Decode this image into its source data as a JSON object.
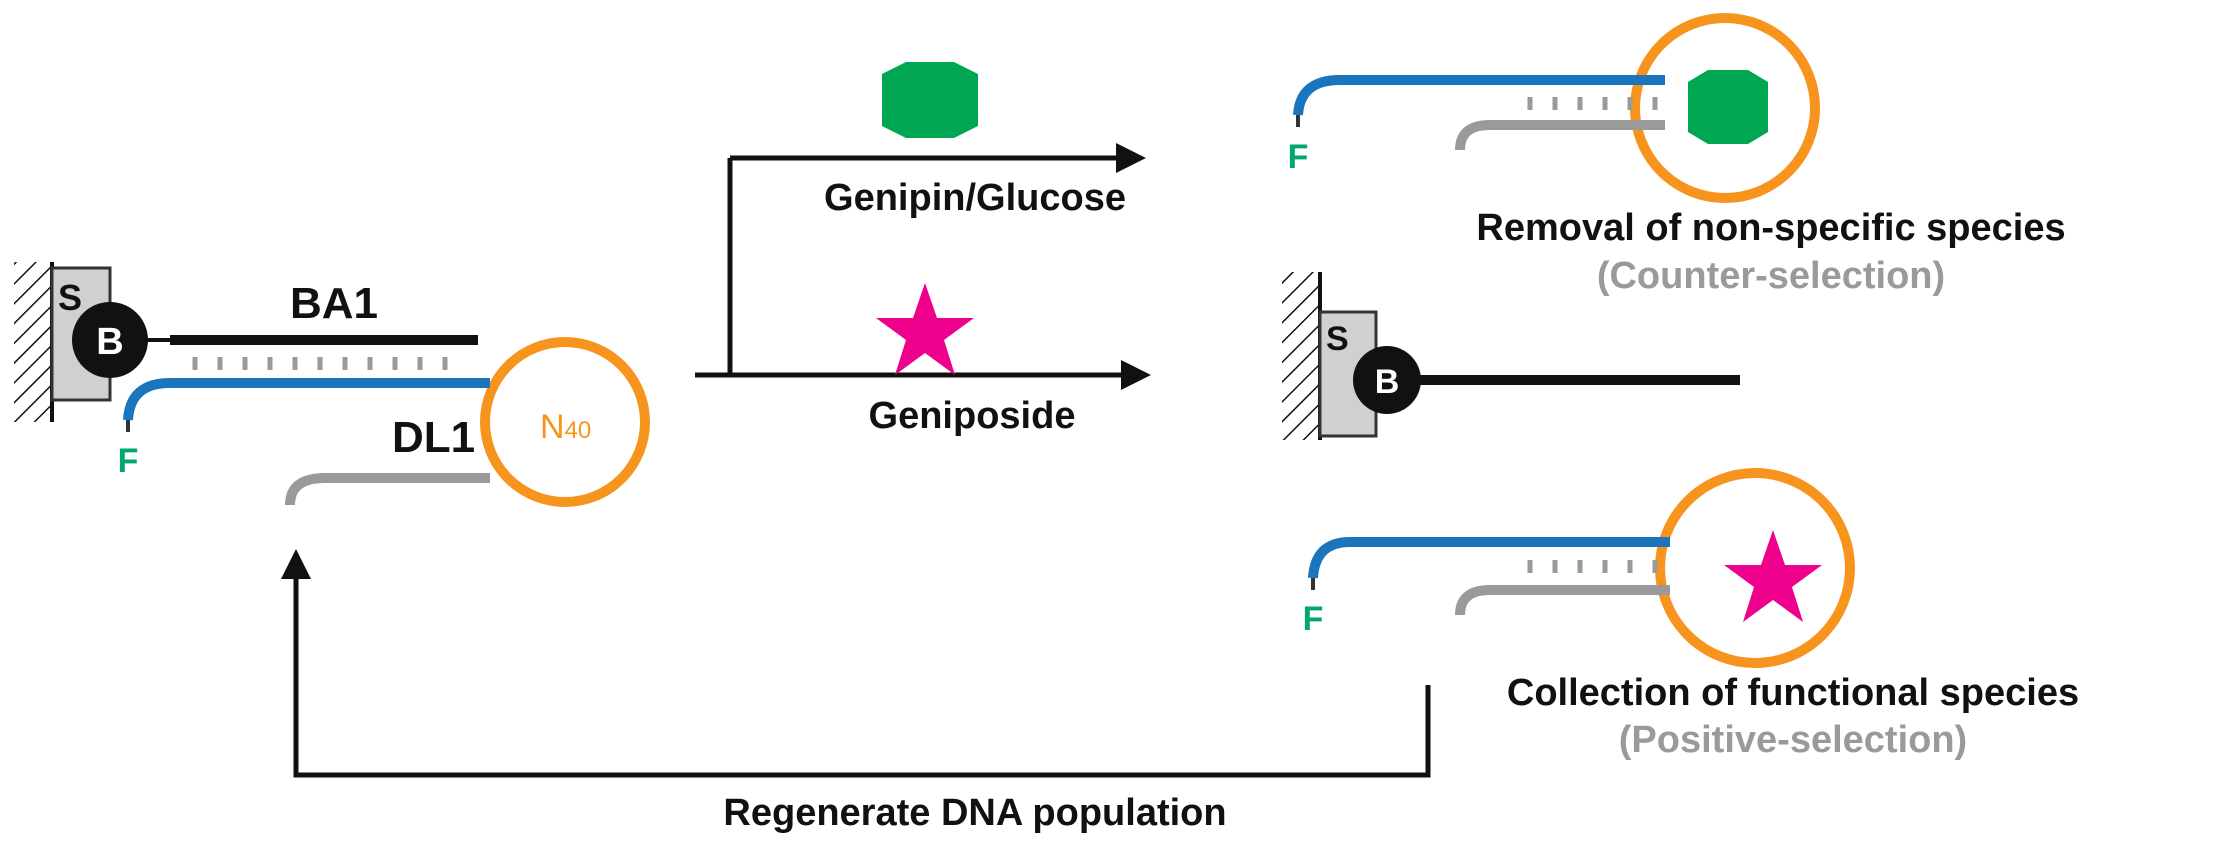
{
  "labels": {
    "surface": "S",
    "biotin": "B",
    "capture_strand": "BA1",
    "library_strand": "DL1",
    "random_region": "N",
    "random_region_sub": "40",
    "fluorophore": "F",
    "genipin_glucose": "Genipin/Glucose",
    "geniposide": "Geniposide",
    "removal_title": "Removal of non-specific species",
    "removal_sub": "(Counter-selection)",
    "collection_title": "Collection of functional species",
    "collection_sub": "(Positive-selection)",
    "regenerate": "Regenerate DNA population"
  },
  "colors": {
    "blue_strand": "#1a75bc",
    "grey_strand": "#9a9a9a",
    "loop": "#f7941d",
    "fluor": "#00a86b",
    "hexagon": "#00a651",
    "star": "#ec008c",
    "surface": "#d0d0d0",
    "black": "#111111"
  }
}
